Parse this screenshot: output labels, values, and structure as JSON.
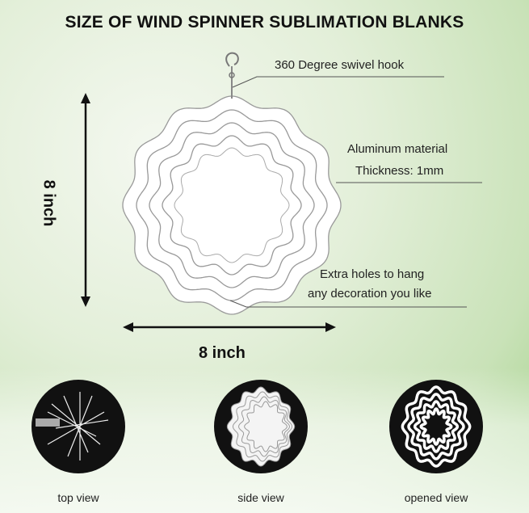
{
  "title": "SIZE OF WIND SPINNER SUBLIMATION BLANKS",
  "callouts": {
    "hook": "360 Degree swivel hook",
    "material": "Aluminum material",
    "thickness": "Thickness: 1mm",
    "holes_1": "Extra holes to hang",
    "holes_2": "any decoration you like"
  },
  "dimensions": {
    "height": "8 inch",
    "width": "8 inch"
  },
  "views": [
    {
      "label": "top view"
    },
    {
      "label": "side view"
    },
    {
      "label": "opened view"
    }
  ]
}
